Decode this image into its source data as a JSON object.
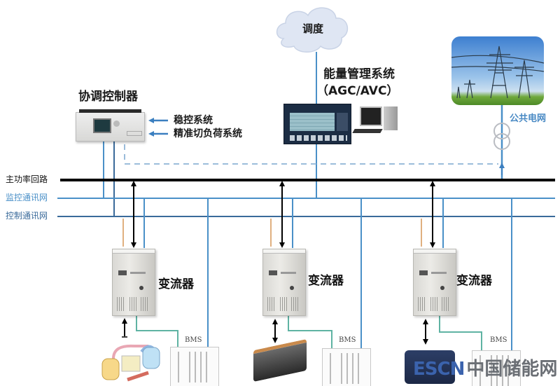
{
  "dispatch": {
    "label": "调度"
  },
  "ems": {
    "title": "能量管理系统",
    "subtitle": "（AGC/AVC）",
    "icons": [
      "ems-screen-icon",
      "desktop-pc-icon"
    ]
  },
  "controller": {
    "title": "协调控制器",
    "inputs": [
      "稳控系统",
      "精准切负荷系统"
    ]
  },
  "public_grid": {
    "label": "公共电网",
    "icons": [
      "power-tower-photo",
      "transformer-icon"
    ]
  },
  "buses": [
    {
      "label": "主功率回路",
      "color": "#000000"
    },
    {
      "label": "监控通讯网",
      "color": "#4a90c8"
    },
    {
      "label": "控制通讯网",
      "color": "#3a6a9a"
    }
  ],
  "units": [
    {
      "inverter_label": "变流器",
      "bms_label": "BMS",
      "storage": "flow-battery",
      "storage_arrow": "up"
    },
    {
      "inverter_label": "变流器",
      "bms_label": "BMS",
      "storage": "lithium-battery-pack",
      "storage_arrow": "both"
    },
    {
      "inverter_label": "变流器",
      "bms_label": "BMS",
      "storage": "lead-acid-battery",
      "storage_arrow": "both"
    }
  ],
  "colors": {
    "power_bus": "#000000",
    "monitor_net": "#4a90c8",
    "control_net": "#3a6a9a",
    "bms_link": "#5fb3a3",
    "aux_feed": "#e0b080",
    "dashed_link": "#6fa0cc"
  },
  "watermark": {
    "en": "ESCN",
    "cn": "中国储能网"
  }
}
